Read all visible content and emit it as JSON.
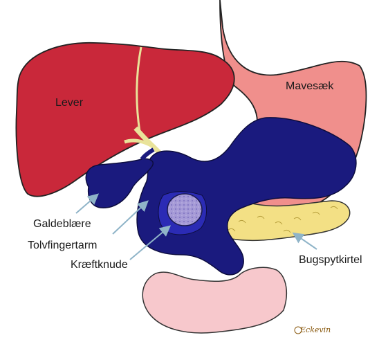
{
  "labels": {
    "liver": "Lever",
    "stomach": "Mavesæk",
    "gallbladder": "Galdeblære",
    "duodenum": "Tolvfingertarm",
    "tumor": "Kræftknude",
    "pancreas": "Bugspytkirtel"
  },
  "signature": "Eckevin",
  "colors": {
    "liver": "#c9283a",
    "stomach": "#f08f8c",
    "highlight": "#1a1a7e",
    "tumor": "#a59ad6",
    "pancreas": "#f3e085",
    "intestine": "#f7c8cc",
    "bile_duct": "#e9e39a",
    "arrow": "#8fb4c8"
  }
}
